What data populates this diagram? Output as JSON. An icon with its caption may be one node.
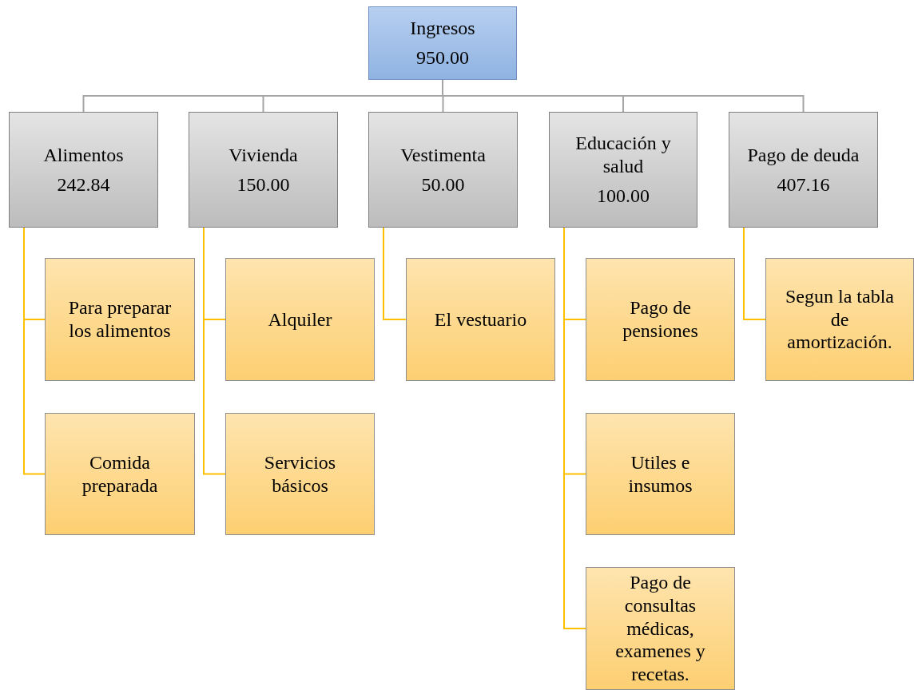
{
  "diagram": {
    "nodes": [
      {
        "text": [
          "Ingresos",
          "950.00"
        ]
      },
      {
        "text": [
          "Alimentos",
          "242.84"
        ]
      },
      {
        "text": [
          "Vivienda",
          "150.00"
        ]
      },
      {
        "text": [
          "Vestimenta",
          "50.00"
        ]
      },
      {
        "text": [
          "Educación y salud",
          "100.00"
        ]
      },
      {
        "text": [
          "Pago de deuda",
          "407.16"
        ]
      },
      {
        "text": [
          "Para preparar los alimentos"
        ]
      },
      {
        "text": [
          "Alquiler"
        ]
      },
      {
        "text": [
          "El vestuario"
        ]
      },
      {
        "text": [
          "Pago de pensiones"
        ]
      },
      {
        "text": [
          "Segun la tabla de amortización."
        ]
      },
      {
        "text": [
          "Comida preparada"
        ]
      },
      {
        "text": [
          "Servicios básicos"
        ]
      },
      {
        "text": [
          "Utiles e insumos"
        ]
      },
      {
        "text": [
          "Pago de consultas médicas, examenes y recetas."
        ]
      }
    ],
    "edges": [
      {
        "from": 0,
        "to": 1,
        "arrow": "none",
        "color": "#a5a5a5"
      },
      {
        "from": 0,
        "to": 2,
        "arrow": "none",
        "color": "#a5a5a5"
      },
      {
        "from": 0,
        "to": 3,
        "arrow": "none",
        "color": "#a5a5a5"
      },
      {
        "from": 0,
        "to": 4,
        "arrow": "none",
        "color": "#a5a5a5"
      },
      {
        "from": 0,
        "to": 5,
        "arrow": "none",
        "color": "#a5a5a5"
      },
      {
        "from": 1,
        "to": 6,
        "arrow": "none"
      },
      {
        "from": 1,
        "to": 11,
        "arrow": "none"
      },
      {
        "from": 2,
        "to": 7,
        "arrow": "none"
      },
      {
        "from": 2,
        "to": 12,
        "arrow": "none"
      },
      {
        "from": 3,
        "to": 8,
        "arrow": "none"
      },
      {
        "from": 4,
        "to": 9,
        "arrow": "none"
      },
      {
        "from": 4,
        "to": 13,
        "arrow": "none"
      },
      {
        "from": 4,
        "to": 14,
        "arrow": "none"
      },
      {
        "from": 5,
        "to": 10,
        "arrow": "none"
      }
    ]
  }
}
